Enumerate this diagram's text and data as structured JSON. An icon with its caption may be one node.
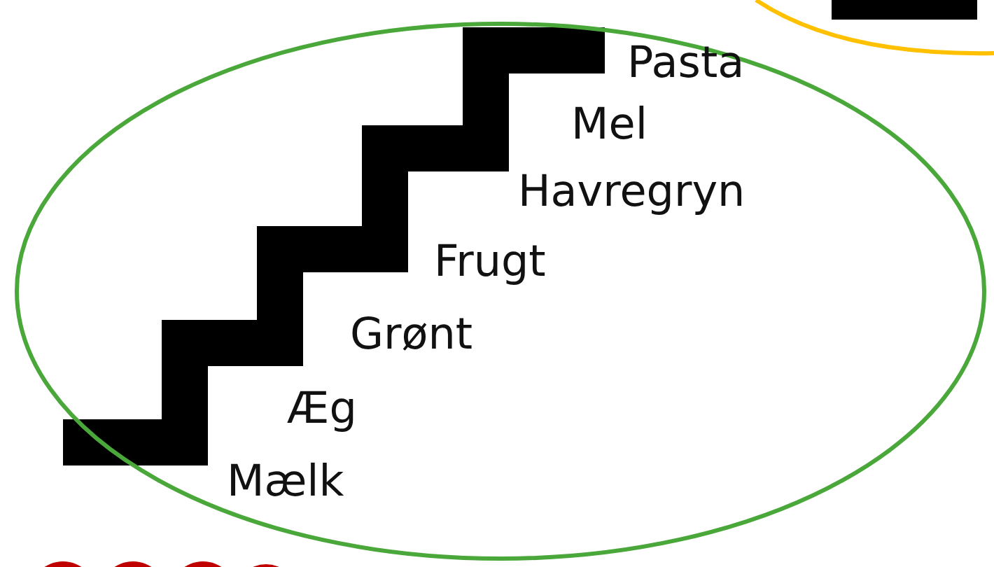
{
  "diagram": {
    "nodes": [
      {
        "text": [
          "Pasta",
          "Mel",
          "Havregryn",
          "Frugt",
          "Grønt",
          "Æg",
          "Mælk"
        ]
      }
    ]
  }
}
